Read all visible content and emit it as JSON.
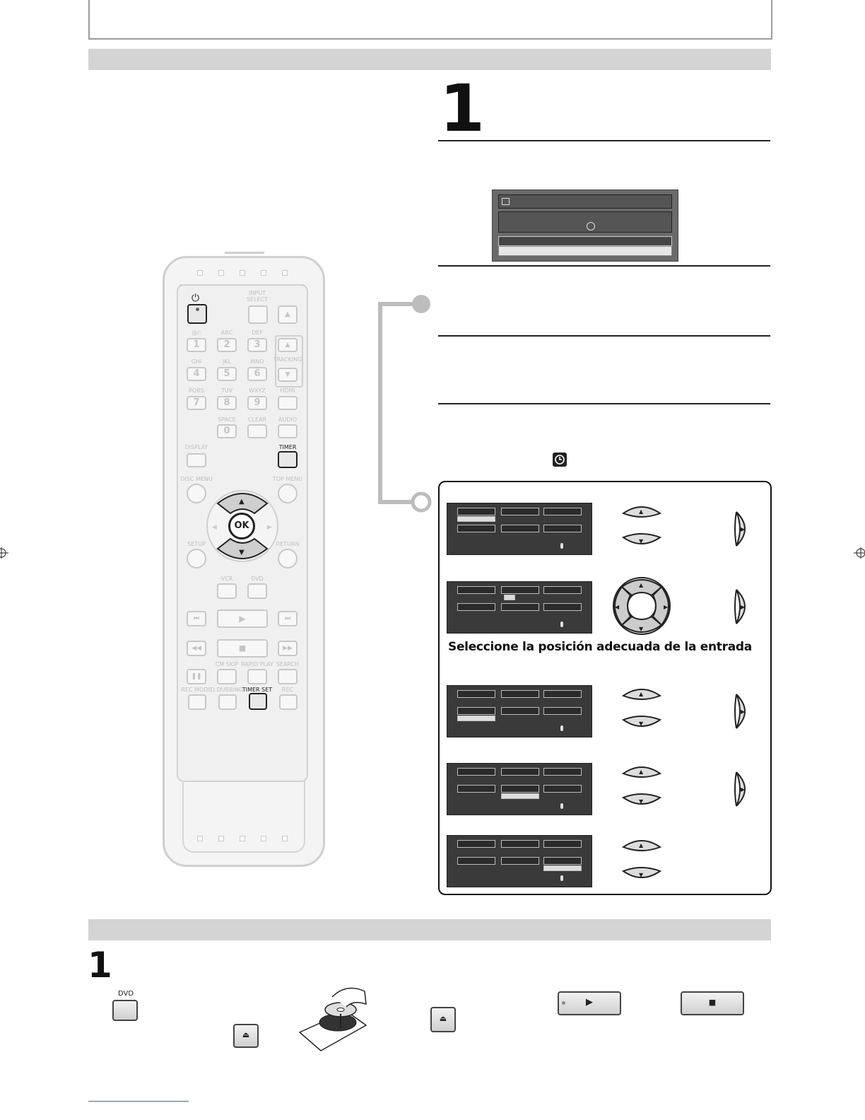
{
  "step_top": {
    "number": "1"
  },
  "step_bottom": {
    "number": "1"
  },
  "caption": "Seleccione la posición adecuada de la entrada",
  "remote": {
    "power_icon": "power-icon",
    "labels": {
      "input_select": "INPUT\nSELECT",
      "k1_top": "@/:",
      "k2_top": "ABC",
      "k3_top": "DEF",
      "k4_top": "GHI",
      "k5_top": "JKL",
      "k6_top": "MNO",
      "k7_top": "PQRS",
      "k8_top": "TUV",
      "k9_top": "WXYZ",
      "tracking": "TRACKING",
      "hdmi": "HDMI",
      "space": "SPACE",
      "clear": "CLEAR",
      "audio": "AUDIO",
      "display": "DISPLAY",
      "timer": "TIMER",
      "disc_menu": "DISC MENU",
      "top_menu": "TOP MENU",
      "setup": "SETUP",
      "return": "RETURN",
      "vcr": "VCR",
      "dvd": "DVD",
      "cm_skip": "CM SKIP",
      "rapid_play": "RAPID PLAY",
      "search": "SEARCH",
      "rec_mode": "REC MODE",
      "d_dubbing": "D.DUBBING",
      "timer_set": "TIMER SET",
      "rec": "REC"
    },
    "keys": {
      "k1": "1",
      "k2": "2",
      "k3": "3",
      "k4": "4",
      "k5": "5",
      "k6": "6",
      "k7": "7",
      "k8": "8",
      "k9": "9",
      "k0": "0",
      "ok": "OK"
    }
  },
  "bottom": {
    "dvd_label": "DVD"
  }
}
